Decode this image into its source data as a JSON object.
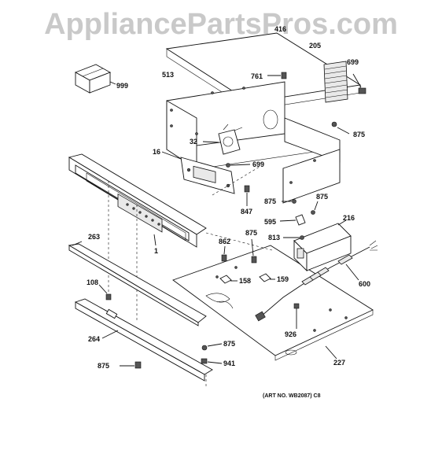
{
  "watermark": "AppliancePartsPros.com",
  "art_number": "(ART NO. WB2087) C8",
  "callouts": {
    "c416": "416",
    "c205": "205",
    "c699a": "699",
    "c999": "999",
    "c761": "761",
    "c513": "513",
    "c875a": "875",
    "c32": "32",
    "c16": "16",
    "c699b": "699",
    "c875b": "875",
    "c875c": "875",
    "c847": "847",
    "c595": "595",
    "c216": "216",
    "c813": "813",
    "c263": "263",
    "c862": "862",
    "c875d": "875",
    "c1": "1",
    "c108": "108",
    "c158": "158",
    "c159": "159",
    "c600": "600",
    "c926": "926",
    "c264": "264",
    "c875e": "875",
    "c941": "941",
    "c875f": "875",
    "c227": "227"
  }
}
